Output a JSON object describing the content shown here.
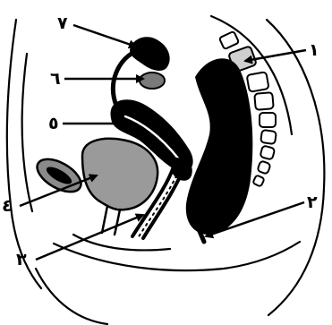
{
  "diagram": {
    "labels": {
      "l1": "١",
      "l2": "٢",
      "l3": "٣",
      "l4": "٤",
      "l5": "٥",
      "l6": "٦",
      "l7": "٧"
    },
    "colors": {
      "outline": "#000000",
      "background": "#ffffff",
      "bladder": "#9a9a9a",
      "pubic_bone": "#8a8a8a",
      "vertebra": "#cfcfcf",
      "solid_organs": "#000000"
    }
  }
}
